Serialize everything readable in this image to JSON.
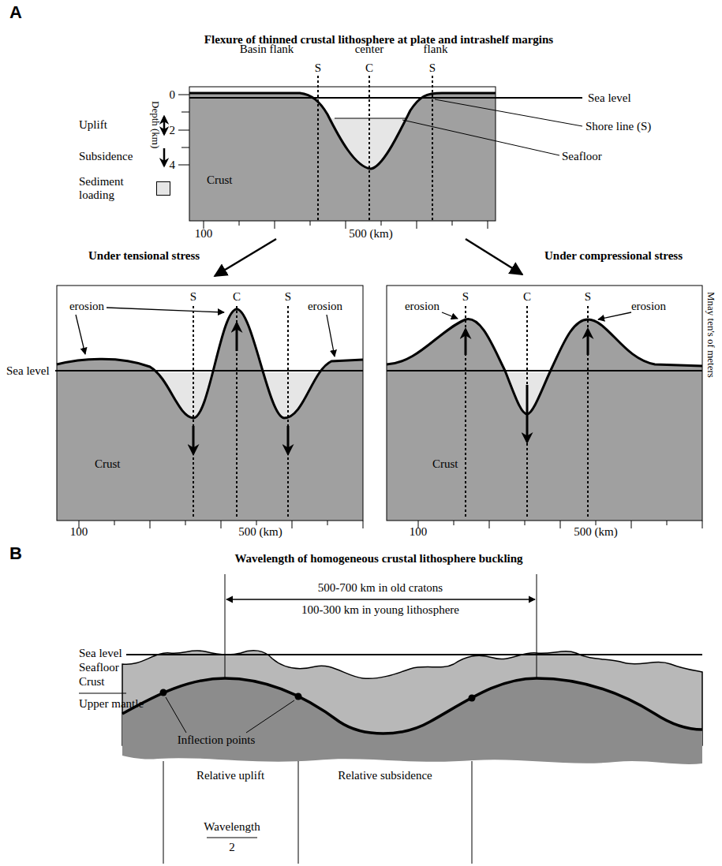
{
  "diagram": {
    "labels": [
      "A",
      "Flexure of thinned crustal lithosphere at plate and intrashelf margins",
      "Basin flank",
      "center",
      "flank",
      "S",
      "C",
      "S",
      "0",
      "2",
      "4",
      "Depth (km)",
      "Sea level",
      "Shore line (S)",
      "Seafloor",
      "Crust",
      "100",
      "500 (km)",
      "Under tensional stress",
      "Under compressional stress",
      "S",
      "C",
      "S",
      "erosion",
      "erosion",
      "Sea level",
      "Crust",
      "100",
      "500 (km)",
      "S",
      "C",
      "S",
      "erosion",
      "erosion",
      "Crust",
      "Mnay ten's of meters",
      "100",
      "500 (km)",
      "B",
      "Wavelength of homogeneous crustal lithosphere buckling",
      "500-700 km in old cratons",
      "100-300 km in young lithosphere",
      "Sea level",
      "Seafloor",
      "Crust",
      "Upper mantle",
      "Inflection points",
      "Relative uplift",
      "Relative subsidence",
      "Wavelength",
      "2"
    ],
    "legend": [
      {
        "text": "Uplift"
      },
      {
        "text": "Subsidence"
      },
      {
        "text": "Sediment loading",
        "color": "#e6e6e6"
      }
    ]
  }
}
